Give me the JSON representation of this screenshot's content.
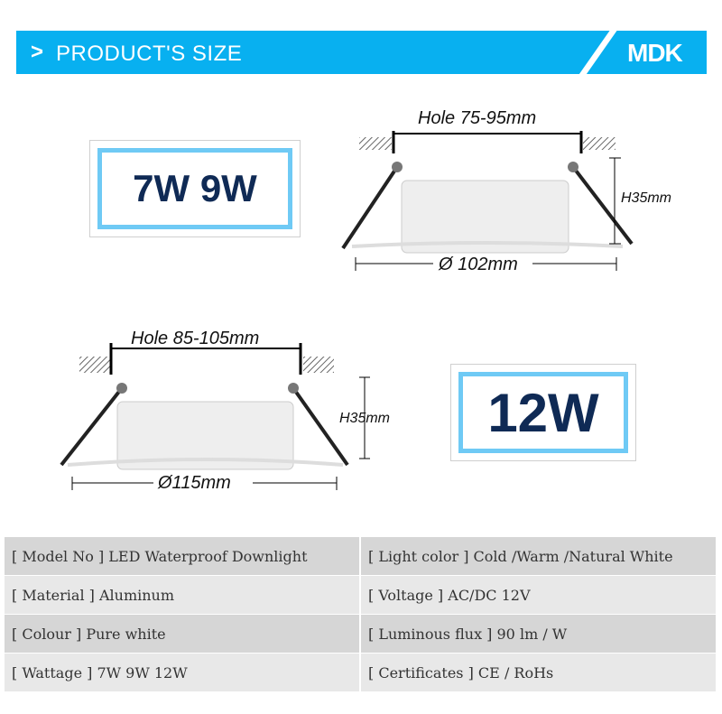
{
  "header": {
    "title": "PRODUCT'S SIZE",
    "logo": "MDK",
    "accent": "#08b0f0",
    "chevron_icon": "chevron-right-icon"
  },
  "product_a": {
    "label": "7W 9W",
    "hole": "Hole 75-95mm",
    "diameter": "Ø 102mm",
    "height": "H35mm"
  },
  "product_b": {
    "label": "12W",
    "hole": "Hole 85-105mm",
    "diameter": "Ø115mm",
    "height": "H35mm"
  },
  "specs": [
    [
      "[ Model No ] LED Waterproof Downlight",
      "[ Light color ] Cold /Warm /Natural White"
    ],
    [
      "[  Material  ]  Aluminum",
      "[ Voltage ]  AC/DC 12V"
    ],
    [
      "[   Colour   ] Pure white",
      "[ Luminous flux ]  90 lm / W"
    ],
    [
      "[  Wattage  ]   7W 9W 12W",
      "[ Certificates ]  CE / RoHs"
    ]
  ]
}
